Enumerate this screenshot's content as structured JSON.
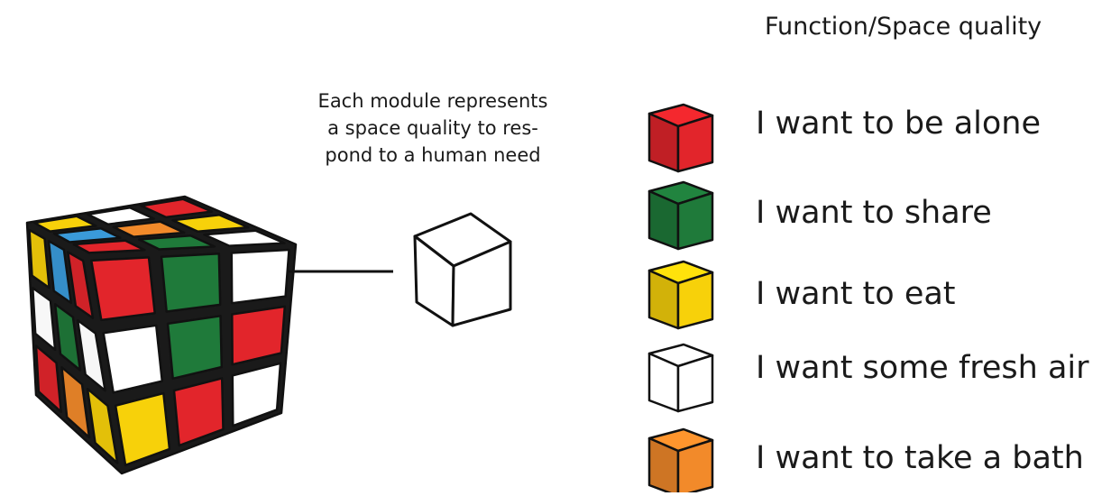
{
  "legend": {
    "title": "Function/Space quality",
    "items": [
      {
        "label": "I want to be alone",
        "color": "#e2252b"
      },
      {
        "label": "I want to share",
        "color": "#1f7a3a"
      },
      {
        "label": "I want to eat",
        "color": "#f7d10a"
      },
      {
        "label": "I want some fresh air",
        "color": "#ffffff"
      },
      {
        "label": "I want to take a bath",
        "color": "#f28a2a"
      }
    ]
  },
  "annotation": {
    "lines": [
      "Each module represents",
      "a space quality to res-",
      "pond to a human need"
    ]
  },
  "cube_palette": {
    "red": "#e2252b",
    "green": "#1f7a3a",
    "yellow": "#f7d10a",
    "white": "#ffffff",
    "orange": "#f28a2a",
    "blue": "#3a9ad9"
  }
}
